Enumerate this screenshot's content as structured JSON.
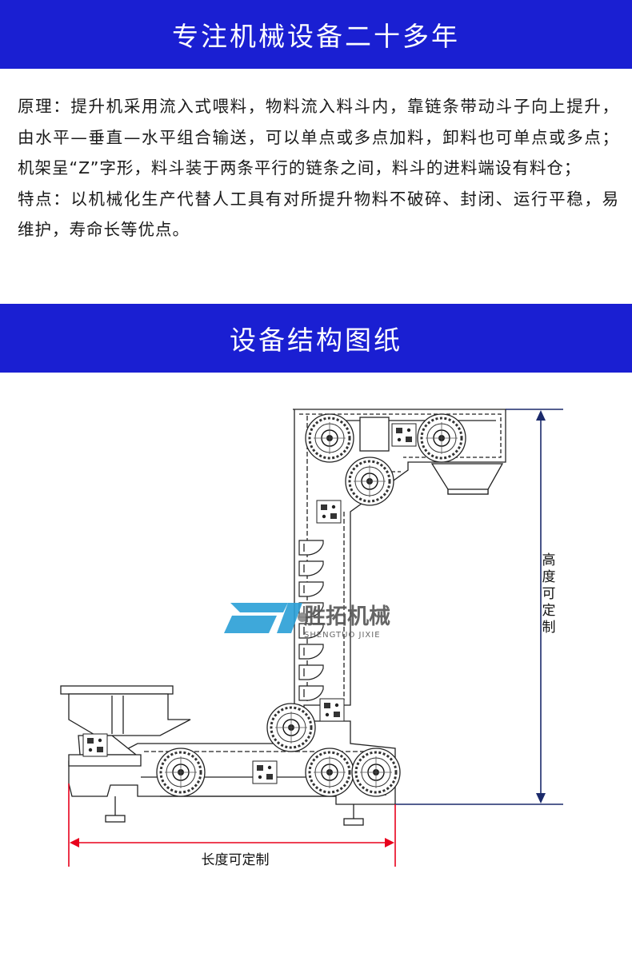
{
  "banner_top": {
    "title": "专注机械设备二十多年"
  },
  "description": {
    "principle": "原理：提升机采用流入式喂料，物料流入料斗内，靠链条带动斗子向上提升，由水平—垂直—水平组合输送，可以单点或多点加料，卸料也可单点或多点；机架呈“Z”字形，料斗装于两条平行的链条之间，料斗的进料端设有料仓；",
    "features": "特点：以机械化生产代替人工具有对所提升物料不破碎、封闭、运行平稳，易维护，寿命长等优点。"
  },
  "banner_drawing": {
    "title": "设备结构图纸"
  },
  "drawing": {
    "height_label": "高度可定制",
    "length_label": "长度可定制",
    "watermark": {
      "logo_letters": "ST",
      "brand_cn": "胜拓机械",
      "brand_en": "SHENGTUO JIXIE"
    },
    "colors": {
      "dimension_red": "#e8001c",
      "dimension_navy": "#1b2a6b",
      "banner_blue": "#1a1fd2",
      "logo_blue": "#2aa0d8"
    }
  }
}
